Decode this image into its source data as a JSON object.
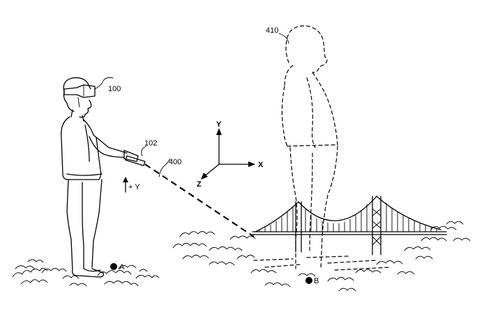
{
  "labels": {
    "headset_ref": "100",
    "controller_ref": "102",
    "beam_ref": "400",
    "avatar_ref": "410",
    "point_a": "A",
    "point_b": "B",
    "axis_x": "X",
    "axis_y": "Y",
    "axis_z": "Z",
    "plus_y": "+ Y"
  },
  "icons": {
    "point_marker": "filled-circle",
    "axis_arrow": "arrowhead"
  },
  "colors": {
    "ink": "#000000",
    "background": "#ffffff"
  }
}
